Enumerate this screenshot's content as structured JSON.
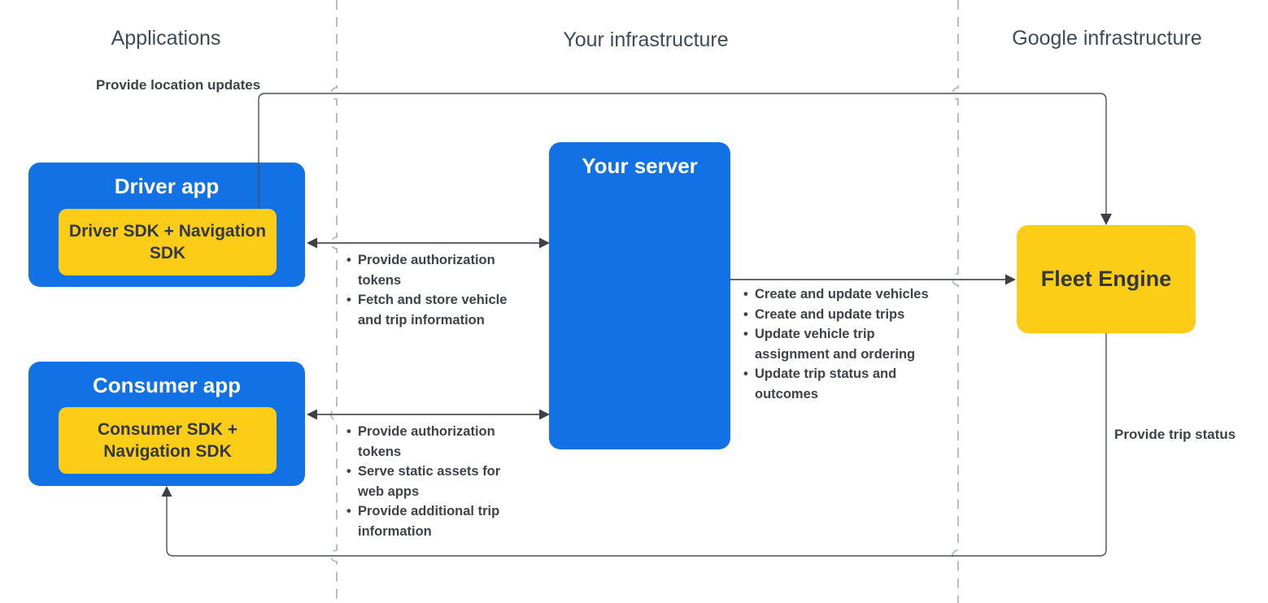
{
  "columns": [
    {
      "label": "Applications"
    },
    {
      "label": "Your infrastructure"
    },
    {
      "label": "Google infrastructure"
    }
  ],
  "nodes": {
    "driver_app": {
      "title": "Driver app",
      "sdk_label": "Driver SDK + Navigation SDK"
    },
    "consumer_app": {
      "title": "Consumer app",
      "sdk_label": "Consumer SDK + Navigation SDK"
    },
    "your_server": {
      "title": "Your server"
    },
    "fleet_engine": {
      "title": "Fleet Engine"
    }
  },
  "edges": {
    "driver_to_fleet": {
      "label": "Provide location updates"
    },
    "driver_server": {
      "bullets": [
        "Provide authorization tokens",
        "Fetch and store vehicle and trip information"
      ]
    },
    "consumer_server": {
      "bullets": [
        "Provide authorization tokens",
        "Serve static assets for web apps",
        "Provide additional trip information"
      ]
    },
    "server_fleet": {
      "bullets": [
        "Create and update vehicles",
        "Create and update trips",
        "Update vehicle trip assignment and ordering",
        "Update trip status and outcomes"
      ]
    },
    "fleet_to_consumer": {
      "label": "Provide trip status"
    }
  },
  "colors": {
    "node-blue": "#1272e5",
    "node-yellow": "#fccd17",
    "wire": "#4c5156",
    "arrowhead": "#3d4146",
    "divider": "#b9bec5",
    "header-text": "#3f4a59",
    "label-text": "#3e4247",
    "sdk-text": "#33383f",
    "title-text": "#ffffff"
  }
}
